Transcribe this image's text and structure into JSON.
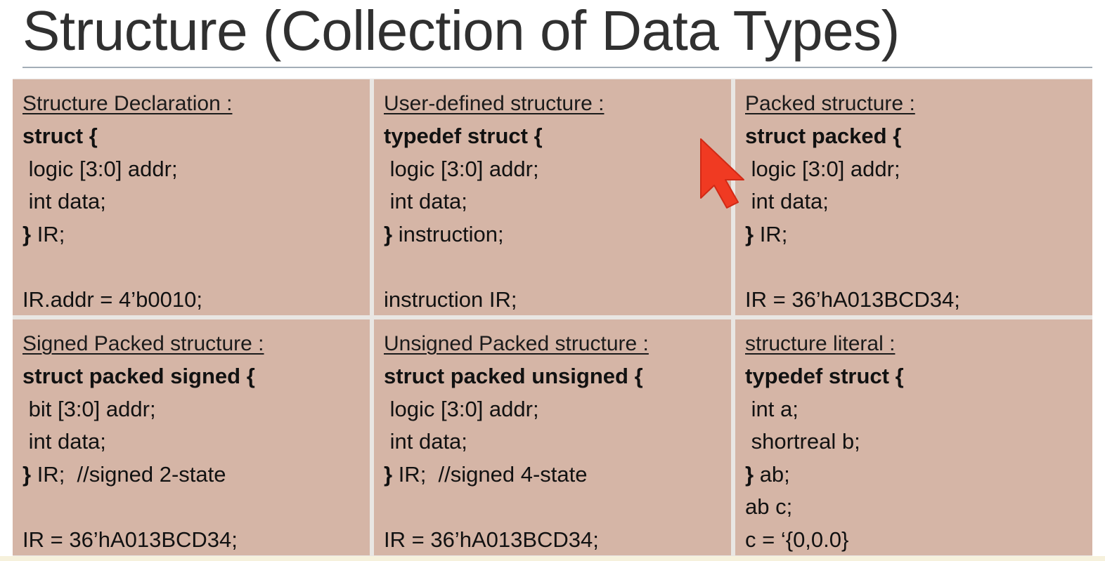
{
  "slide": {
    "title": "Structure (Collection of Data Types)"
  },
  "cells": [
    {
      "heading": "Structure Declaration :",
      "lines": [
        {
          "bold": "struct {",
          "text": ""
        },
        {
          "bold": "",
          "text": " logic [3:0] addr;"
        },
        {
          "bold": "",
          "text": " int data;"
        },
        {
          "bold": "}",
          "text": " IR;"
        },
        {
          "bold": "",
          "text": " "
        },
        {
          "bold": "",
          "text": "IR.addr = 4’b0010;"
        }
      ]
    },
    {
      "heading": "User-defined structure :",
      "lines": [
        {
          "bold": "typedef struct {",
          "text": ""
        },
        {
          "bold": "",
          "text": " logic [3:0] addr;"
        },
        {
          "bold": "",
          "text": " int data;"
        },
        {
          "bold": "}",
          "text": " instruction;"
        },
        {
          "bold": "",
          "text": " "
        },
        {
          "bold": "",
          "text": "instruction IR;"
        }
      ]
    },
    {
      "heading": "Packed structure :",
      "lines": [
        {
          "bold": "struct packed {",
          "text": ""
        },
        {
          "bold": "",
          "text": " logic [3:0] addr;"
        },
        {
          "bold": "",
          "text": " int data;"
        },
        {
          "bold": "}",
          "text": " IR;"
        },
        {
          "bold": "",
          "text": " "
        },
        {
          "bold": "",
          "text": "IR = 36’hA013BCD34;"
        }
      ]
    },
    {
      "heading": "Signed Packed structure :",
      "lines": [
        {
          "bold": "struct packed signed {",
          "text": ""
        },
        {
          "bold": "",
          "text": " bit [3:0] addr;"
        },
        {
          "bold": "",
          "text": " int data;"
        },
        {
          "bold": "}",
          "text": " IR;  //signed 2-state"
        },
        {
          "bold": "",
          "text": " "
        },
        {
          "bold": "",
          "text": "IR = 36’hA013BCD34;"
        }
      ]
    },
    {
      "heading": "Unsigned Packed structure :",
      "lines": [
        {
          "bold": "struct packed unsigned {",
          "text": ""
        },
        {
          "bold": "",
          "text": " logic [3:0] addr;"
        },
        {
          "bold": "",
          "text": " int data;"
        },
        {
          "bold": "}",
          "text": " IR;  //signed 4-state"
        },
        {
          "bold": "",
          "text": " "
        },
        {
          "bold": "",
          "text": "IR = 36’hA013BCD34;"
        }
      ]
    },
    {
      "heading": "structure literal :",
      "lines": [
        {
          "bold": "typedef struct {",
          "text": ""
        },
        {
          "bold": "",
          "text": " int a;"
        },
        {
          "bold": "",
          "text": " shortreal b;"
        },
        {
          "bold": "}",
          "text": " ab;"
        },
        {
          "bold": "",
          "text": "ab c;"
        },
        {
          "bold": "",
          "text": "c = ‘{0,0.0}"
        }
      ]
    }
  ],
  "colors": {
    "cell_background": "#d5b5a6",
    "grid_lines": "#e9e6e3",
    "title_text": "#303030",
    "pointer": "#f03a22"
  },
  "icons": {
    "pointer": "mouse-pointer-arrow-icon"
  }
}
